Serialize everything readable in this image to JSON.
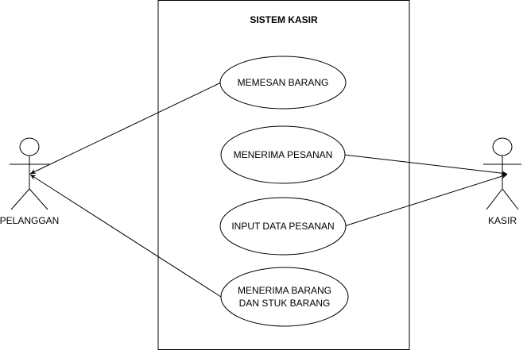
{
  "system": {
    "title": "SISTEM KASIR"
  },
  "actors": {
    "customer": {
      "label": "PELANGGAN"
    },
    "cashier": {
      "label": "KASIR"
    }
  },
  "use_cases": [
    {
      "lines": [
        "MEMESAN BARANG"
      ]
    },
    {
      "lines": [
        "MENERIMA PESANAN"
      ]
    },
    {
      "lines": [
        "INPUT DATA PESANAN"
      ]
    },
    {
      "lines": [
        "MENERIMA BARANG",
        "DAN STUK BARANG"
      ]
    }
  ],
  "colors": {
    "line": "#000000",
    "background": "#ffffff"
  }
}
